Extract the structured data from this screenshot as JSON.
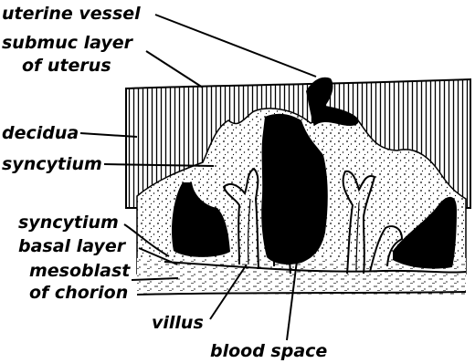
{
  "labels": {
    "uterine_vessel": "uterine vessel",
    "submuc_line1": "submuc layer",
    "submuc_line2": "of uterus",
    "decidua": "decidua",
    "syncytium_upper": "syncytium",
    "syncytium_lower": "syncytium",
    "basal_layer": "basal layer",
    "mesoblast_line1": "mesoblast",
    "mesoblast_line2": "of chorion",
    "villus": "villus",
    "blood_space": "blood space"
  },
  "colors": {
    "ink": "#000000",
    "paper": "#ffffff"
  }
}
